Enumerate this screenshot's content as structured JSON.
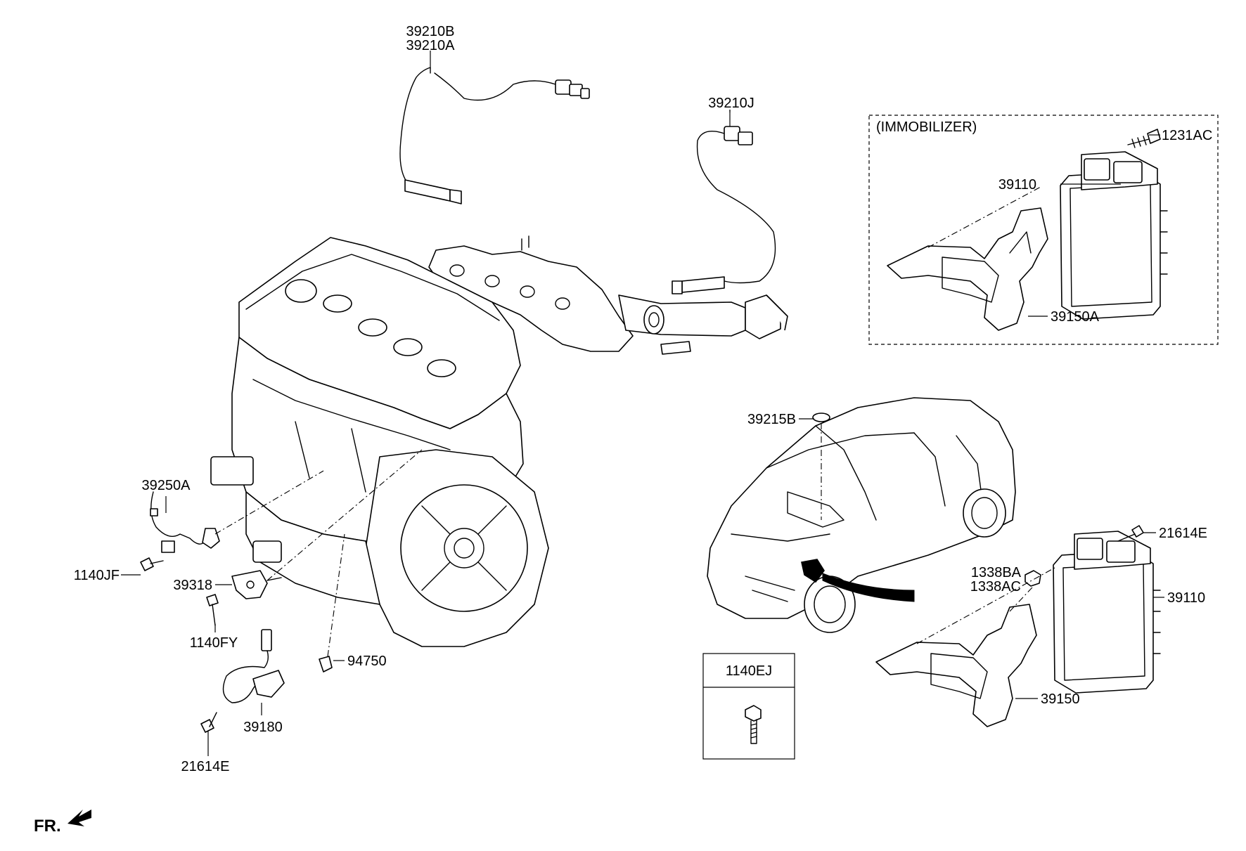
{
  "labels": {
    "p39210b": "39210B",
    "p39210a": "39210A",
    "p39210j": "39210J",
    "immobilizer": "(IMMOBILIZER)",
    "p1231ac": "1231AC",
    "p39110_top": "39110",
    "p39150a": "39150A",
    "p39215b": "39215B",
    "p39250a": "39250A",
    "p1140jf": "1140JF",
    "p39318": "39318",
    "p1140fy": "1140FY",
    "p94750": "94750",
    "p39180": "39180",
    "p21614e_left": "21614E",
    "p21614e_right": "21614E",
    "p1338ba": "1338BA",
    "p1338ac": "1338AC",
    "p39110_bottom": "39110",
    "p39150": "39150",
    "p1140ej": "1140EJ",
    "front": "FR."
  }
}
